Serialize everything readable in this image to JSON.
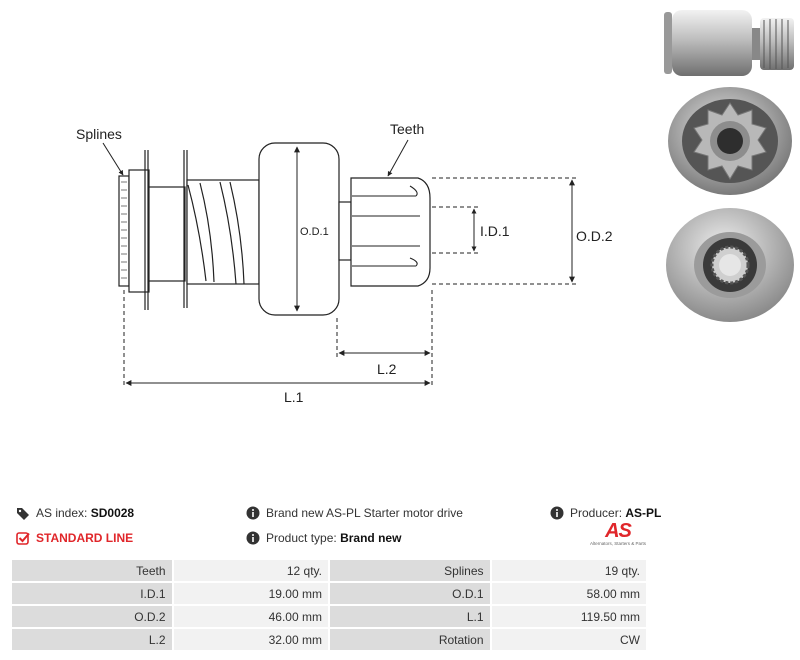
{
  "diagram": {
    "labels": {
      "splines": "Splines",
      "teeth": "Teeth",
      "od1": "O.D.1",
      "id1": "I.D.1",
      "od2": "O.D.2",
      "l2": "L.2",
      "l1": "L.1"
    }
  },
  "info": {
    "as_index_label": "AS index:",
    "as_index_value": "SD0028",
    "line": "STANDARD LINE",
    "description": "Brand new AS-PL Starter motor drive",
    "product_type_label": "Product type:",
    "product_type_value": "Brand new",
    "producer_label": "Producer:",
    "producer_value": "AS-PL"
  },
  "logo": {
    "mark": "AS",
    "tagline": "Alternators, Starters & Parts"
  },
  "specs": [
    {
      "k1": "Teeth",
      "v1": "12 qty.",
      "k2": "Splines",
      "v2": "19 qty."
    },
    {
      "k1": "I.D.1",
      "v1": "19.00 mm",
      "k2": "O.D.1",
      "v2": "58.00 mm"
    },
    {
      "k1": "O.D.2",
      "v1": "46.00 mm",
      "k2": "L.1",
      "v2": "119.50 mm"
    },
    {
      "k1": "L.2",
      "v1": "32.00 mm",
      "k2": "Rotation",
      "v2": "CW"
    }
  ],
  "colors": {
    "accent": "#e0262a",
    "key_cell": "#dcdcdc",
    "value_cell": "#f2f2f2"
  }
}
